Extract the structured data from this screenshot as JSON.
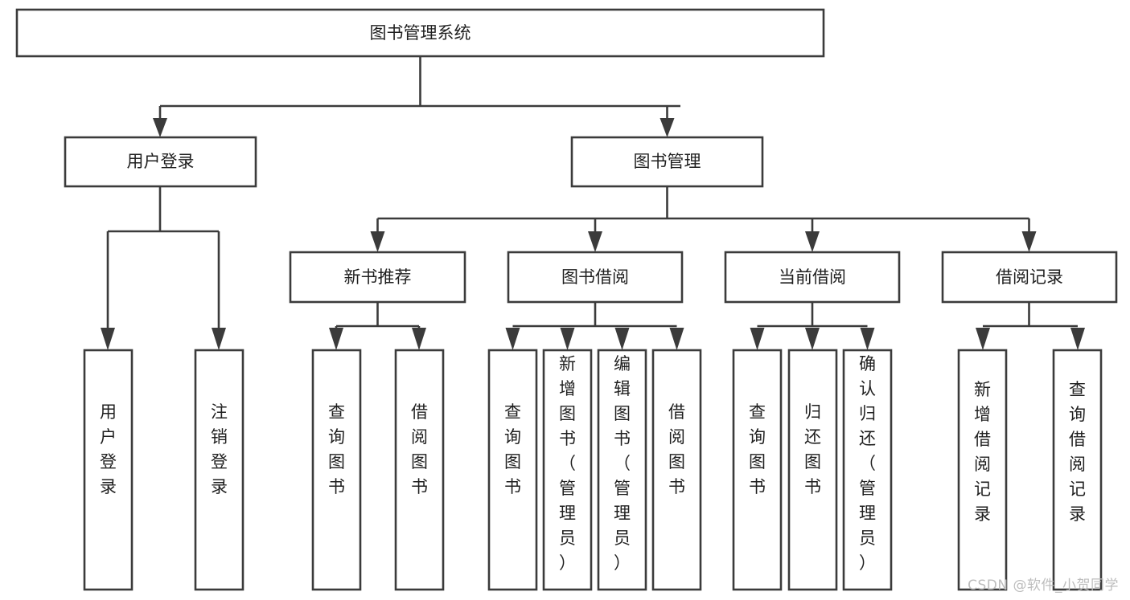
{
  "diagram": {
    "title": "图书管理系统",
    "type": "tree",
    "orientation": "top-down",
    "colors": {
      "box_stroke": "#3b3b3b",
      "box_fill": "#ffffff",
      "text": "#1f1f1f",
      "background": "#ffffff",
      "watermark": "#bdbdbd"
    },
    "root": {
      "id": "root",
      "label": "图书管理系统",
      "text_orientation": "horizontal"
    },
    "level2": [
      {
        "id": "user-login",
        "label": "用户登录",
        "text_orientation": "horizontal"
      },
      {
        "id": "book-manage",
        "label": "图书管理",
        "text_orientation": "horizontal"
      }
    ],
    "level3": [
      {
        "id": "new-book-recommend",
        "label": "新书推荐",
        "parent": "book-manage",
        "text_orientation": "horizontal"
      },
      {
        "id": "book-borrow",
        "label": "图书借阅",
        "parent": "book-manage",
        "text_orientation": "horizontal"
      },
      {
        "id": "current-borrow",
        "label": "当前借阅",
        "parent": "book-manage",
        "text_orientation": "horizontal"
      },
      {
        "id": "borrow-record",
        "label": "借阅记录",
        "parent": "book-manage",
        "text_orientation": "horizontal"
      }
    ],
    "leaves": [
      {
        "id": "leaf-user-login",
        "label": "用户登录",
        "parent": "user-login",
        "text_orientation": "vertical"
      },
      {
        "id": "leaf-user-logout",
        "label": "注销登录",
        "parent": "user-login",
        "text_orientation": "vertical"
      },
      {
        "id": "leaf-query-book-rec",
        "label": "查询图书",
        "parent": "new-book-recommend",
        "text_orientation": "vertical"
      },
      {
        "id": "leaf-borrow-book-rec",
        "label": "借阅图书",
        "parent": "new-book-recommend",
        "text_orientation": "vertical"
      },
      {
        "id": "leaf-query-book-borrow",
        "label": "查询图书",
        "parent": "book-borrow",
        "text_orientation": "vertical"
      },
      {
        "id": "leaf-add-book",
        "label": "新增图书（管理员）",
        "parent": "book-borrow",
        "text_orientation": "vertical"
      },
      {
        "id": "leaf-edit-book",
        "label": "编辑图书（管理员）",
        "parent": "book-borrow",
        "text_orientation": "vertical"
      },
      {
        "id": "leaf-borrow-book",
        "label": "借阅图书",
        "parent": "book-borrow",
        "text_orientation": "vertical"
      },
      {
        "id": "leaf-query-book-current",
        "label": "查询图书",
        "parent": "current-borrow",
        "text_orientation": "vertical"
      },
      {
        "id": "leaf-return-book",
        "label": "归还图书",
        "parent": "current-borrow",
        "text_orientation": "vertical"
      },
      {
        "id": "leaf-confirm-return",
        "label": "确认归还（管理员）",
        "parent": "current-borrow",
        "text_orientation": "vertical"
      },
      {
        "id": "leaf-add-record",
        "label": "新增借阅记录",
        "parent": "borrow-record",
        "text_orientation": "vertical"
      },
      {
        "id": "leaf-query-record",
        "label": "查询借阅记录",
        "parent": "borrow-record",
        "text_orientation": "vertical"
      }
    ],
    "watermark": "CSDN @软件_小贺同学"
  }
}
